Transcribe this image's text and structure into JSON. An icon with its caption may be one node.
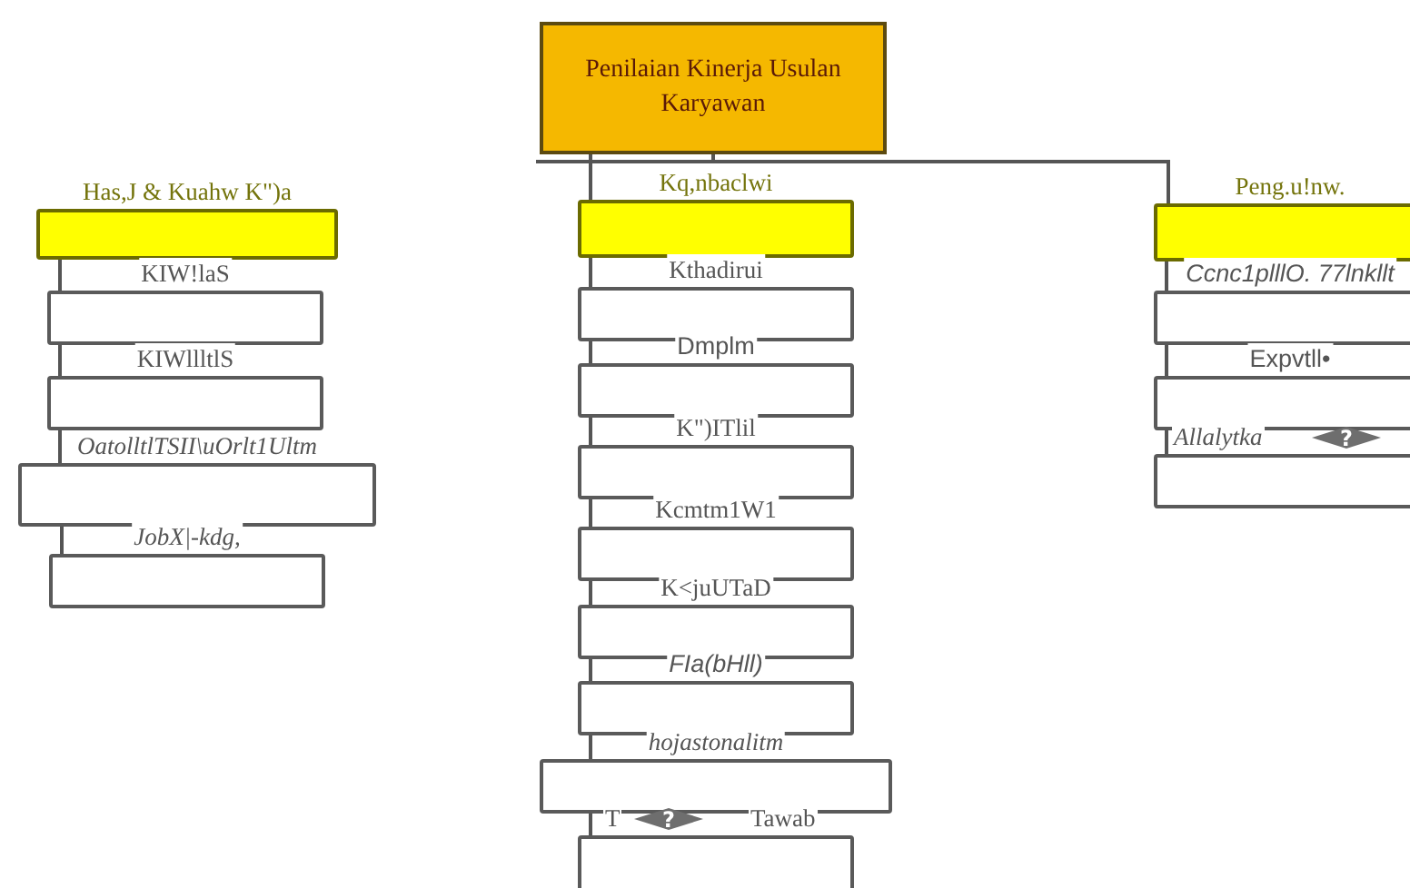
{
  "diagram": {
    "nodes": [
      {
        "text": [
          "Penilaian Kinerja Usulan Karyawan"
        ]
      },
      {
        "text": [
          "Has,J & Kuahw K\")a"
        ]
      },
      {
        "text": [
          "KIW!laS"
        ]
      },
      {
        "text": [
          "KIWllltlS"
        ]
      },
      {
        "text": [
          "OatolltlTSII\\uOrlt1Ultm"
        ]
      },
      {
        "text": [
          "JobX|-kdg,"
        ]
      },
      {
        "text": [
          "Kq,nbaclwi"
        ]
      },
      {
        "text": [
          "Kthadirui"
        ]
      },
      {
        "text": [
          "Dmplm"
        ]
      },
      {
        "text": [
          "K\")ITlil"
        ]
      },
      {
        "text": [
          "Kcmtm1W1"
        ]
      },
      {
        "text": [
          "K<juUTaD"
        ]
      },
      {
        "text": [
          "FIa(bHll)"
        ]
      },
      {
        "text": [
          "hojastonalitm"
        ]
      },
      {
        "text": [
          "T",
          "Tawab"
        ]
      },
      {
        "text": [
          "Peng.u!nw."
        ]
      },
      {
        "text": [
          "Ccnc1plllO. 77lnkllt"
        ]
      },
      {
        "text": [
          "Expvtll•"
        ]
      },
      {
        "text": [
          "Allalytka"
        ]
      }
    ],
    "labels": [
      "?",
      "?"
    ],
    "edges": [
      {
        "from": 0,
        "to": 6,
        "arrow": "none"
      },
      {
        "from": 0,
        "to": 15,
        "arrow": "none"
      },
      {
        "from": 0,
        "to": null,
        "arrow": "none"
      },
      {
        "from": 1,
        "to": 2,
        "arrow": "none"
      },
      {
        "from": 2,
        "to": 3,
        "arrow": "none"
      },
      {
        "from": 3,
        "to": 4,
        "arrow": "none"
      },
      {
        "from": 4,
        "to": 5,
        "arrow": "none"
      },
      {
        "from": 6,
        "to": 7,
        "arrow": "none"
      },
      {
        "from": 7,
        "to": 8,
        "arrow": "none"
      },
      {
        "from": 8,
        "to": 9,
        "arrow": "none"
      },
      {
        "from": 9,
        "to": 10,
        "arrow": "none"
      },
      {
        "from": 10,
        "to": 11,
        "arrow": "none"
      },
      {
        "from": 11,
        "to": 12,
        "arrow": "none"
      },
      {
        "from": 12,
        "to": 13,
        "arrow": "none"
      },
      {
        "from": 13,
        "to": 14,
        "arrow": "none"
      },
      {
        "from": 15,
        "to": 16,
        "arrow": "none"
      },
      {
        "from": 16,
        "to": 17,
        "arrow": "none"
      },
      {
        "from": 17,
        "to": 18,
        "arrow": "none"
      }
    ]
  }
}
